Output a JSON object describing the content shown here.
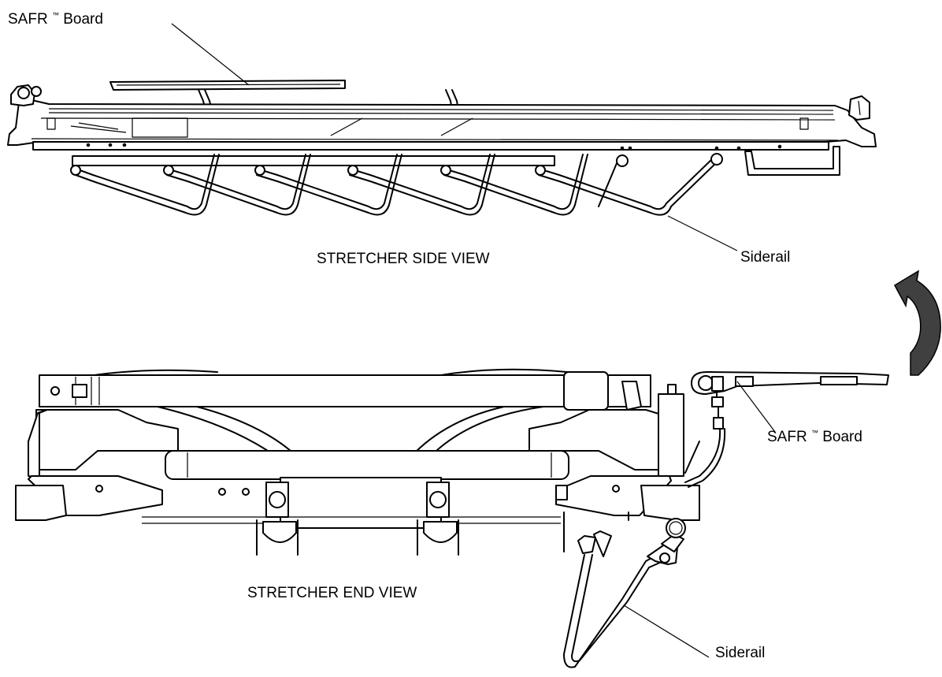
{
  "labels": {
    "side_board_name": "SAFR",
    "side_board_tm": "™",
    "side_board_word": "Board",
    "side_view_title": "STRETCHER SIDE VIEW",
    "side_siderail": "Siderail",
    "end_board_name": "SAFR",
    "end_board_tm": "™",
    "end_board_word": "Board",
    "end_view_title": "STRETCHER END VIEW",
    "end_siderail": "Siderail"
  },
  "icons": {
    "rotation_arrow": "curved-rotate-arrow-icon"
  },
  "colors": {
    "line": "#000000",
    "arrow": "#404040",
    "background": "#ffffff"
  }
}
